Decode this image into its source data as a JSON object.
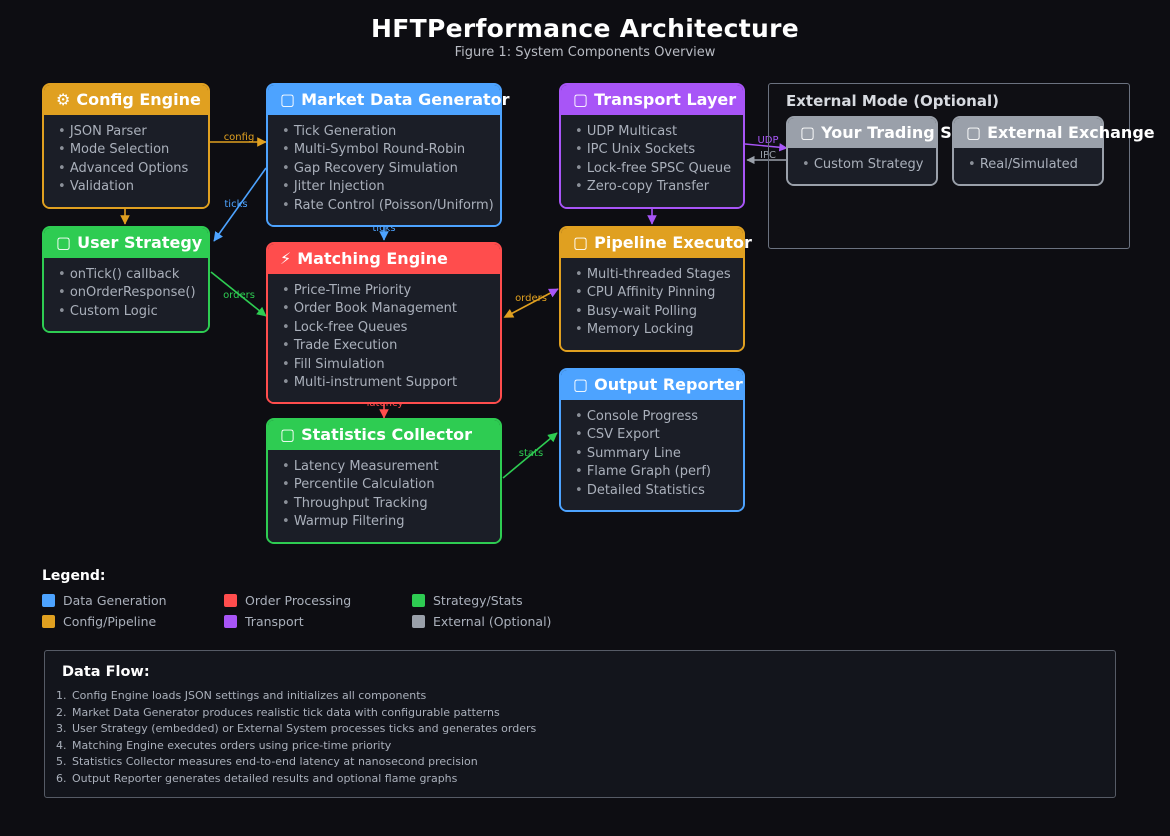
{
  "header": {
    "title": "HFTPerformance Architecture",
    "subtitle": "Figure 1: System Components Overview"
  },
  "nodes": [
    {
      "id": "config-engine",
      "icon": "gear-icon",
      "glyph": "⚙",
      "title": "Config Engine",
      "color": "#e0a020",
      "items": [
        "JSON Parser",
        "Mode Selection",
        "Advanced Options",
        "Validation"
      ]
    },
    {
      "id": "market-data",
      "icon": "chart-icon",
      "glyph": "▢",
      "title": "Market Data Generator",
      "color": "#4da3ff",
      "items": [
        "Tick Generation",
        "Multi-Symbol Round-Robin",
        "Gap Recovery Simulation",
        "Jitter Injection",
        "Rate Control (Poisson/Uniform)"
      ]
    },
    {
      "id": "transport-layer",
      "icon": "antenna-icon",
      "glyph": "▢",
      "title": "Transport Layer",
      "color": "#a855f7",
      "items": [
        "UDP Multicast",
        "IPC Unix Sockets",
        "Lock-free SPSC Queue",
        "Zero-copy Transfer"
      ]
    },
    {
      "id": "user-strategy",
      "icon": "target-icon",
      "glyph": "▢",
      "title": "User Strategy",
      "color": "#2ecc52",
      "items": [
        "onTick() callback",
        "onOrderResponse()",
        "Custom Logic"
      ]
    },
    {
      "id": "matching-engine",
      "icon": "lightning-icon",
      "glyph": "⚡",
      "title": "Matching Engine",
      "color": "#ff4d4d",
      "items": [
        "Price-Time Priority",
        "Order Book Management",
        "Lock-free Queues",
        "Trade Execution",
        "Fill Simulation",
        "Multi-instrument Support"
      ]
    },
    {
      "id": "pipeline-executor",
      "icon": "pipeline-icon",
      "glyph": "▢",
      "title": "Pipeline Executor",
      "color": "#e0a020",
      "items": [
        "Multi-threaded Stages",
        "CPU Affinity Pinning",
        "Busy-wait Polling",
        "Memory Locking"
      ]
    },
    {
      "id": "statistics-collector",
      "icon": "stats-icon",
      "glyph": "▢",
      "title": "Statistics Collector",
      "color": "#2ecc52",
      "items": [
        "Latency Measurement",
        "Percentile Calculation",
        "Throughput Tracking",
        "Warmup Filtering"
      ]
    },
    {
      "id": "output-reporter",
      "icon": "report-icon",
      "glyph": "▢",
      "title": "Output Reporter",
      "color": "#4da3ff",
      "items": [
        "Console Progress",
        "CSV Export",
        "Summary Line",
        "Flame Graph (perf)",
        "Detailed Statistics"
      ]
    }
  ],
  "external_group": {
    "title": "External Mode (Optional)",
    "nodes": [
      {
        "id": "your-trading-system",
        "icon": "person-icon",
        "glyph": "▢",
        "title": "Your Trading System",
        "color": "#9aa0aa",
        "items": [
          "Custom Strategy"
        ]
      },
      {
        "id": "external-exchange",
        "icon": "building-icon",
        "glyph": "▢",
        "title": "External Exchange",
        "color": "#9aa0aa",
        "items": [
          "Real/Simulated"
        ]
      }
    ]
  },
  "edges": [
    {
      "id": "config-to-market",
      "label": "config",
      "color": "#e0a020"
    },
    {
      "id": "config-to-strategy",
      "label": "",
      "color": "#e0a020"
    },
    {
      "id": "market-to-strategy",
      "label": "ticks",
      "color": "#4da3ff"
    },
    {
      "id": "market-to-matching",
      "label": "ticks",
      "color": "#4da3ff"
    },
    {
      "id": "strategy-to-matching",
      "label": "orders",
      "color": "#2ecc52"
    },
    {
      "id": "matching-to-pipeline",
      "label": "orders",
      "color": "#e0a020"
    },
    {
      "id": "transport-to-pipeline",
      "label": "",
      "color": "#a855f7"
    },
    {
      "id": "matching-to-stats",
      "label": "latency",
      "color": "#ff4d4d"
    },
    {
      "id": "stats-to-output",
      "label": "stats",
      "color": "#2ecc52"
    },
    {
      "id": "transport-to-external",
      "label": "UDP",
      "color": "#a855f7"
    },
    {
      "id": "external-to-transport",
      "label": "IPC",
      "color": "#9aa0aa"
    }
  ],
  "legend": {
    "title": "Legend:",
    "items": [
      {
        "label": "Data Generation",
        "color": "#4da3ff"
      },
      {
        "label": "Order Processing",
        "color": "#ff4d4d"
      },
      {
        "label": "Strategy/Stats",
        "color": "#2ecc52"
      },
      {
        "label": "Config/Pipeline",
        "color": "#e0a020"
      },
      {
        "label": "Transport",
        "color": "#a855f7"
      },
      {
        "label": "External (Optional)",
        "color": "#9aa0aa"
      }
    ]
  },
  "data_flow": {
    "title": "Data Flow:",
    "steps": [
      "Config Engine loads JSON settings and initializes all components",
      "Market Data Generator produces realistic tick data with configurable patterns",
      "User Strategy (embedded) or External System processes ticks and generates orders",
      "Matching Engine executes orders using price-time priority",
      "Statistics Collector measures end-to-end latency at nanosecond precision",
      "Output Reporter generates detailed results and optional flame graphs"
    ]
  }
}
